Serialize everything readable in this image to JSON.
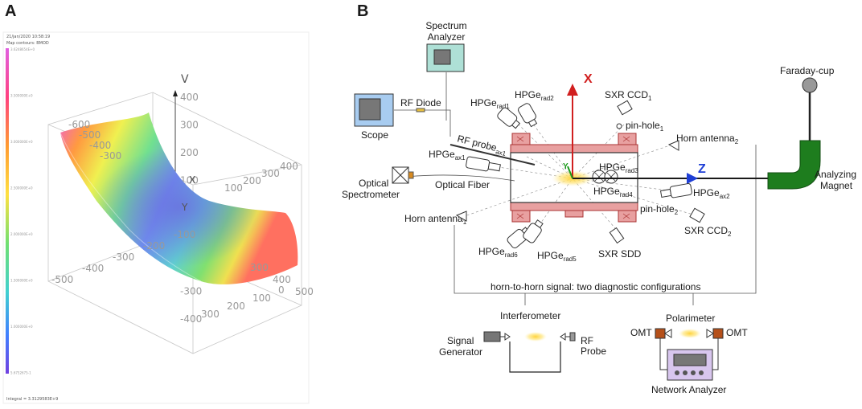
{
  "panel_a": {
    "letter": "A",
    "header_date": "21/jan/2020 10:58:19",
    "header_map": "Map contours: BMOD",
    "colorbar_ticks": [
      "3.6248654E+0",
      "3.500000E+0",
      "3.000000E+0",
      "2.500000E+0",
      "2.000000E+0",
      "1.500000E+0",
      "1.000000E+0",
      "5.6752675-1"
    ],
    "footer": "Integral = 3.3129583E+9",
    "axis_labels": {
      "v": "V",
      "y": "Y",
      "x": "X"
    },
    "z_ticks": [
      "400",
      "300",
      "200",
      "100",
      "0",
      "-100",
      "-200",
      "-300",
      "-400"
    ],
    "front_ticks": [
      "300",
      "200",
      "100",
      "0"
    ],
    "left_ticks": [
      "-600",
      "-500",
      "-400",
      "-300"
    ],
    "right_ticks": [
      "400",
      "300",
      "200",
      "100"
    ],
    "bottom_left_ticks": [
      "-500",
      "-400",
      "-300",
      "-200",
      "-100"
    ],
    "bottom_right_ticks": [
      "300",
      "400",
      "500"
    ]
  },
  "panel_b": {
    "letter": "B",
    "spectrum_analyzer": [
      "Spectrum",
      "Analyzer"
    ],
    "scope": "Scope",
    "rf_diode": "RF Diode",
    "rf_probe": {
      "main": "RF probe",
      "sub": "ax1"
    },
    "hpge_rad1": {
      "main": "HPGe",
      "sub": "rad1"
    },
    "hpge_rad2": {
      "main": "HPGe",
      "sub": "rad2"
    },
    "hpge_rad3": {
      "main": "HPGe",
      "sub": "rad3"
    },
    "hpge_rad4": {
      "main": "HPGe",
      "sub": "rad4"
    },
    "hpge_rad5": {
      "main": "HPGe",
      "sub": "rad5"
    },
    "hpge_rad6": {
      "main": "HPGe",
      "sub": "rad6"
    },
    "hpge_ax1": {
      "main": "HPGe",
      "sub": "ax1"
    },
    "hpge_ax2": {
      "main": "HPGe",
      "sub": "ax2"
    },
    "sxr_ccd1": {
      "main": "SXR CCD",
      "sub": "1"
    },
    "sxr_ccd2": {
      "main": "SXR CCD",
      "sub": "2"
    },
    "pinhole1": {
      "main": "pin-hole",
      "sub": "1"
    },
    "pinhole2": {
      "main": "pin-hole",
      "sub": "2"
    },
    "horn1": {
      "main": "Horn antenna",
      "sub": "1"
    },
    "horn2": {
      "main": "Horn antenna",
      "sub": "2"
    },
    "sxr_sdd": "SXR SDD",
    "optical_spectrometer": [
      "Optical",
      "Spectrometer"
    ],
    "optical_fiber": "Optical Fiber",
    "axis_x": "X",
    "axis_z": "Z",
    "axis_y": "Y",
    "faraday_cup": "Faraday-cup",
    "analyzing_magnet": [
      "Analyzing",
      "Magnet"
    ],
    "horn_signal": "horn-to-horn signal: two diagnostic configurations",
    "interferometer": "Interferometer",
    "polarimeter": "Polarimeter",
    "signal_generator": [
      "Signal",
      "Generator"
    ],
    "rf_probe2": [
      "RF",
      "Probe"
    ],
    "omt_left": "OMT",
    "omt_right": "OMT",
    "network_analyzer": "Network Analyzer",
    "colors": {
      "x_axis": "#d11f1f",
      "z_axis": "#1f3fd6",
      "y_axis": "#1a9a1a",
      "magnet": "#1e7d1e",
      "coil": "#e8a0a0",
      "omt": "#b5501a"
    }
  }
}
